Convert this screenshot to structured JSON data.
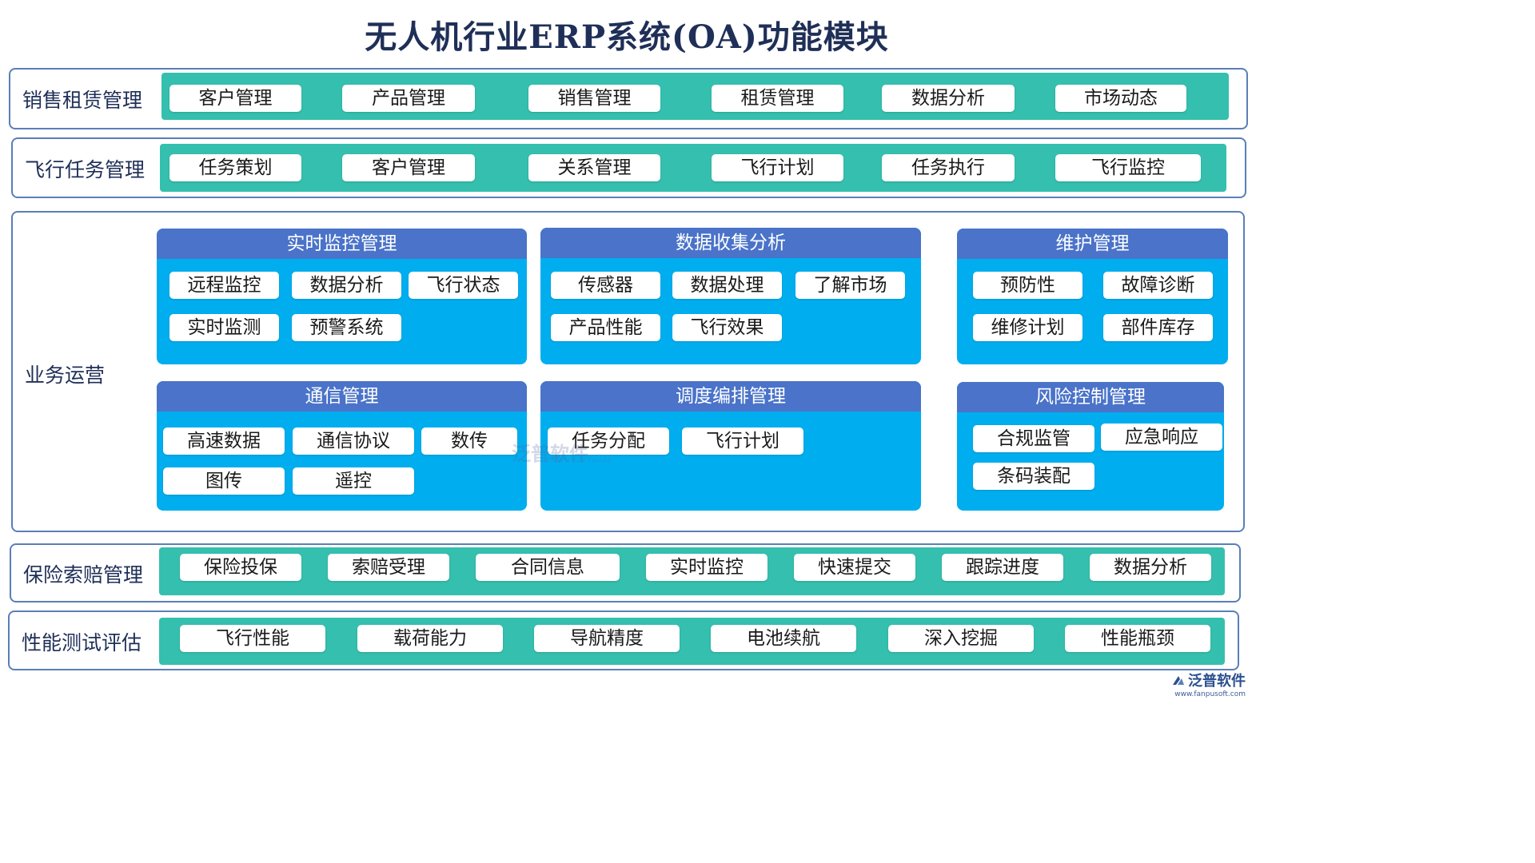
{
  "title": "无人机行业ERP系统(OA)功能模块",
  "rows": {
    "sales": {
      "label": "销售租赁管理",
      "items": [
        "客户管理",
        "产品管理",
        "销售管理",
        "租赁管理",
        "数据分析",
        "市场动态"
      ]
    },
    "flight": {
      "label": "飞行任务管理",
      "items": [
        "任务策划",
        "客户管理",
        "关系管理",
        "飞行计划",
        "任务执行",
        "飞行监控"
      ]
    },
    "ops": {
      "label": "业务运营",
      "panels": [
        {
          "title": "实时监控管理",
          "items": [
            "远程监控",
            "数据分析",
            "飞行状态",
            "实时监测",
            "预警系统"
          ]
        },
        {
          "title": "数据收集分析",
          "items": [
            "传感器",
            "数据处理",
            "了解市场",
            "产品性能",
            "飞行效果"
          ]
        },
        {
          "title": "维护管理",
          "items": [
            "预防性",
            "故障诊断",
            "维修计划",
            "部件库存"
          ]
        },
        {
          "title": "通信管理",
          "items": [
            "高速数据",
            "通信协议",
            "数传",
            "图传",
            "遥控"
          ]
        },
        {
          "title": "调度编排管理",
          "items": [
            "任务分配",
            "飞行计划"
          ]
        },
        {
          "title": "风险控制管理",
          "items": [
            "合规监管",
            "应急响应",
            "条码装配"
          ]
        }
      ]
    },
    "insurance": {
      "label": "保险索赔管理",
      "items": [
        "保险投保",
        "索赔受理",
        "合同信息",
        "实时监控",
        "快速提交",
        "跟踪进度",
        "数据分析"
      ]
    },
    "perf": {
      "label": "性能测试评估",
      "items": [
        "飞行性能",
        "载荷能力",
        "导航精度",
        "电池续航",
        "深入挖掘",
        "性能瓶颈"
      ]
    }
  },
  "watermark": {
    "name": "泛普软件",
    "sub": "FANPU SOFTWARE"
  },
  "brand": {
    "name": "泛普软件",
    "url": "www.fanpusoft.com"
  },
  "colors": {
    "teal": "#35bfae",
    "panel": "#00aeef",
    "panel_header": "#4a73c9",
    "frame": "#5a7fb8"
  }
}
